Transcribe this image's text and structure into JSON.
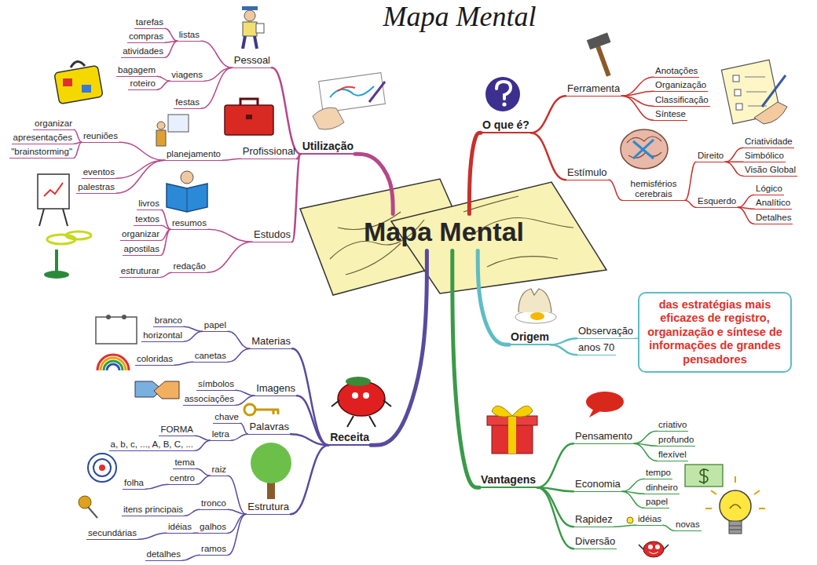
{
  "diagram": {
    "title": "Mapa Mental",
    "nodes": [
      {
        "text": [
          "Mapa Mental"
        ]
      },
      {
        "text": [
          "O que é?"
        ]
      },
      {
        "text": [
          "Ferramenta"
        ]
      },
      {
        "text": [
          "Anotações"
        ]
      },
      {
        "text": [
          "Organização"
        ]
      },
      {
        "text": [
          "Classificação"
        ]
      },
      {
        "text": [
          "Síntese"
        ]
      },
      {
        "text": [
          "Estímulo"
        ]
      },
      {
        "text": [
          "hemisférios cerebrais"
        ]
      },
      {
        "text": [
          "Direito"
        ]
      },
      {
        "text": [
          "Criatividade"
        ]
      },
      {
        "text": [
          "Simbólico"
        ]
      },
      {
        "text": [
          "Visão Global"
        ]
      },
      {
        "text": [
          "Esquerdo"
        ]
      },
      {
        "text": [
          "Lógico"
        ]
      },
      {
        "text": [
          "Analítico"
        ]
      },
      {
        "text": [
          "Detalhes"
        ]
      },
      {
        "text": [
          "Origem"
        ]
      },
      {
        "text": [
          "Observação"
        ]
      },
      {
        "text": [
          "das estratégias mais eficazes de registro, organização e síntese de informações de grandes pensadores"
        ]
      },
      {
        "text": [
          "anos 70"
        ]
      },
      {
        "text": [
          "Vantagens"
        ]
      },
      {
        "text": [
          "Pensamento"
        ]
      },
      {
        "text": [
          "criativo"
        ]
      },
      {
        "text": [
          "profundo"
        ]
      },
      {
        "text": [
          "flexível"
        ]
      },
      {
        "text": [
          "Economia"
        ]
      },
      {
        "text": [
          "tempo"
        ]
      },
      {
        "text": [
          "dinheiro"
        ]
      },
      {
        "text": [
          "papel"
        ]
      },
      {
        "text": [
          "Rapidez"
        ]
      },
      {
        "text": [
          "idéias"
        ]
      },
      {
        "text": [
          "novas"
        ]
      },
      {
        "text": [
          "Diversão"
        ]
      },
      {
        "text": [
          "Utilização"
        ]
      },
      {
        "text": [
          "Pessoal"
        ]
      },
      {
        "text": [
          "listas"
        ]
      },
      {
        "text": [
          "tarefas"
        ]
      },
      {
        "text": [
          "compras"
        ]
      },
      {
        "text": [
          "atividades"
        ]
      },
      {
        "text": [
          "viagens"
        ]
      },
      {
        "text": [
          "bagagem"
        ]
      },
      {
        "text": [
          "roteiro"
        ]
      },
      {
        "text": [
          "festas"
        ]
      },
      {
        "text": [
          "Profissional"
        ]
      },
      {
        "text": [
          "planejamento"
        ]
      },
      {
        "text": [
          "reuniões"
        ]
      },
      {
        "text": [
          "organizar"
        ]
      },
      {
        "text": [
          "apresentações"
        ]
      },
      {
        "text": [
          "\"brainstorming\""
        ]
      },
      {
        "text": [
          "eventos"
        ]
      },
      {
        "text": [
          "palestras"
        ]
      },
      {
        "text": [
          "Estudos"
        ]
      },
      {
        "text": [
          "resumos"
        ]
      },
      {
        "text": [
          "livros"
        ]
      },
      {
        "text": [
          "textos"
        ]
      },
      {
        "text": [
          "organizar"
        ]
      },
      {
        "text": [
          "apostilas"
        ]
      },
      {
        "text": [
          "redação"
        ]
      },
      {
        "text": [
          "estruturar"
        ]
      },
      {
        "text": [
          "Receita"
        ]
      },
      {
        "text": [
          "Materias"
        ]
      },
      {
        "text": [
          "papel"
        ]
      },
      {
        "text": [
          "branco"
        ]
      },
      {
        "text": [
          "horizontal"
        ]
      },
      {
        "text": [
          "canetas"
        ]
      },
      {
        "text": [
          "coloridas"
        ]
      },
      {
        "text": [
          "Imagens"
        ]
      },
      {
        "text": [
          "símbolos"
        ]
      },
      {
        "text": [
          "associações"
        ]
      },
      {
        "text": [
          "Palavras"
        ]
      },
      {
        "text": [
          "chave"
        ]
      },
      {
        "text": [
          "letra"
        ]
      },
      {
        "text": [
          "FORMA"
        ]
      },
      {
        "text": [
          "a, b, c, ..., A, B, C, ..."
        ]
      },
      {
        "text": [
          "Estrutura"
        ]
      },
      {
        "text": [
          "raiz"
        ]
      },
      {
        "text": [
          "tema"
        ]
      },
      {
        "text": [
          "centro"
        ]
      },
      {
        "text": [
          "folha"
        ]
      },
      {
        "text": [
          "tronco"
        ]
      },
      {
        "text": [
          "itens principais"
        ]
      },
      {
        "text": [
          "galhos"
        ]
      },
      {
        "text": [
          "idéias"
        ]
      },
      {
        "text": [
          "secundárias"
        ]
      },
      {
        "text": [
          "ramos"
        ]
      },
      {
        "text": [
          "detalhes"
        ]
      }
    ],
    "edges": [
      {
        "from": 0,
        "to": 1,
        "arrow": "none"
      },
      {
        "from": 1,
        "to": 2,
        "arrow": "none"
      },
      {
        "from": 2,
        "to": 3,
        "arrow": "none"
      },
      {
        "from": 2,
        "to": 4,
        "arrow": "none"
      },
      {
        "from": 2,
        "to": 5,
        "arrow": "none"
      },
      {
        "from": 2,
        "to": 6,
        "arrow": "none"
      },
      {
        "from": 1,
        "to": 7,
        "arrow": "none"
      },
      {
        "from": 7,
        "to": 8,
        "arrow": "none"
      },
      {
        "from": 8,
        "to": 9,
        "arrow": "none"
      },
      {
        "from": 9,
        "to": 10,
        "arrow": "none"
      },
      {
        "from": 9,
        "to": 11,
        "arrow": "none"
      },
      {
        "from": 9,
        "to": 12,
        "arrow": "none"
      },
      {
        "from": 8,
        "to": 13,
        "arrow": "none"
      },
      {
        "from": 13,
        "to": 14,
        "arrow": "none"
      },
      {
        "from": 13,
        "to": 15,
        "arrow": "none"
      },
      {
        "from": 13,
        "to": 16,
        "arrow": "none"
      },
      {
        "from": 0,
        "to": 17,
        "arrow": "none"
      },
      {
        "from": 17,
        "to": 18,
        "arrow": "none"
      },
      {
        "from": 18,
        "to": 19,
        "arrow": "none"
      },
      {
        "from": 17,
        "to": 20,
        "arrow": "none"
      },
      {
        "from": 0,
        "to": 21,
        "arrow": "none"
      },
      {
        "from": 21,
        "to": 22,
        "arrow": "none"
      },
      {
        "from": 22,
        "to": 23,
        "arrow": "none"
      },
      {
        "from": 22,
        "to": 24,
        "arrow": "none"
      },
      {
        "from": 22,
        "to": 25,
        "arrow": "none"
      },
      {
        "from": 21,
        "to": 26,
        "arrow": "none"
      },
      {
        "from": 26,
        "to": 27,
        "arrow": "none"
      },
      {
        "from": 26,
        "to": 28,
        "arrow": "none"
      },
      {
        "from": 26,
        "to": 29,
        "arrow": "none"
      },
      {
        "from": 21,
        "to": 30,
        "arrow": "none"
      },
      {
        "from": 30,
        "to": 31,
        "arrow": "none"
      },
      {
        "from": 31,
        "to": 32,
        "arrow": "none"
      },
      {
        "from": 21,
        "to": 33,
        "arrow": "none"
      },
      {
        "from": 0,
        "to": 34,
        "arrow": "none"
      },
      {
        "from": 34,
        "to": 35,
        "arrow": "none"
      },
      {
        "from": 35,
        "to": 36,
        "arrow": "none"
      },
      {
        "from": 36,
        "to": 37,
        "arrow": "none"
      },
      {
        "from": 36,
        "to": 38,
        "arrow": "none"
      },
      {
        "from": 36,
        "to": 39,
        "arrow": "none"
      },
      {
        "from": 35,
        "to": 40,
        "arrow": "none"
      },
      {
        "from": 40,
        "to": 41,
        "arrow": "none"
      },
      {
        "from": 40,
        "to": 42,
        "arrow": "none"
      },
      {
        "from": 35,
        "to": 43,
        "arrow": "none"
      },
      {
        "from": 34,
        "to": 44,
        "arrow": "none"
      },
      {
        "from": 44,
        "to": 45,
        "arrow": "none"
      },
      {
        "from": 45,
        "to": 46,
        "arrow": "none"
      },
      {
        "from": 46,
        "to": 47,
        "arrow": "none"
      },
      {
        "from": 46,
        "to": 48,
        "arrow": "none"
      },
      {
        "from": 46,
        "to": 49,
        "arrow": "none"
      },
      {
        "from": 45,
        "to": 50,
        "arrow": "none"
      },
      {
        "from": 45,
        "to": 51,
        "arrow": "none"
      },
      {
        "from": 34,
        "to": 52,
        "arrow": "none"
      },
      {
        "from": 52,
        "to": 53,
        "arrow": "none"
      },
      {
        "from": 53,
        "to": 54,
        "arrow": "none"
      },
      {
        "from": 53,
        "to": 55,
        "arrow": "none"
      },
      {
        "from": 53,
        "to": 56,
        "arrow": "none"
      },
      {
        "from": 53,
        "to": 57,
        "arrow": "none"
      },
      {
        "from": 52,
        "to": 58,
        "arrow": "none"
      },
      {
        "from": 58,
        "to": 59,
        "arrow": "none"
      },
      {
        "from": 0,
        "to": 60,
        "arrow": "none"
      },
      {
        "from": 60,
        "to": 61,
        "arrow": "none"
      },
      {
        "from": 61,
        "to": 62,
        "arrow": "none"
      },
      {
        "from": 62,
        "to": 63,
        "arrow": "none"
      },
      {
        "from": 62,
        "to": 64,
        "arrow": "none"
      },
      {
        "from": 61,
        "to": 65,
        "arrow": "none"
      },
      {
        "from": 65,
        "to": 66,
        "arrow": "none"
      },
      {
        "from": 60,
        "to": 67,
        "arrow": "none"
      },
      {
        "from": 67,
        "to": 68,
        "arrow": "none"
      },
      {
        "from": 67,
        "to": 69,
        "arrow": "none"
      },
      {
        "from": 60,
        "to": 70,
        "arrow": "none"
      },
      {
        "from": 70,
        "to": 71,
        "arrow": "none"
      },
      {
        "from": 70,
        "to": 72,
        "arrow": "none"
      },
      {
        "from": 72,
        "to": 73,
        "arrow": "none"
      },
      {
        "from": 72,
        "to": 74,
        "arrow": "none"
      },
      {
        "from": 60,
        "to": 75,
        "arrow": "none"
      },
      {
        "from": 75,
        "to": 76,
        "arrow": "none"
      },
      {
        "from": 76,
        "to": 77,
        "arrow": "none"
      },
      {
        "from": 76,
        "to": 78,
        "arrow": "none"
      },
      {
        "from": 78,
        "to": 79,
        "arrow": "none"
      },
      {
        "from": 75,
        "to": 80,
        "arrow": "none"
      },
      {
        "from": 80,
        "to": 81,
        "arrow": "none"
      },
      {
        "from": 75,
        "to": 82,
        "arrow": "none"
      },
      {
        "from": 82,
        "to": 83,
        "arrow": "none"
      },
      {
        "from": 83,
        "to": 84,
        "arrow": "none"
      },
      {
        "from": 75,
        "to": 85,
        "arrow": "none"
      },
      {
        "from": 85,
        "to": 86,
        "arrow": "none"
      }
    ]
  }
}
